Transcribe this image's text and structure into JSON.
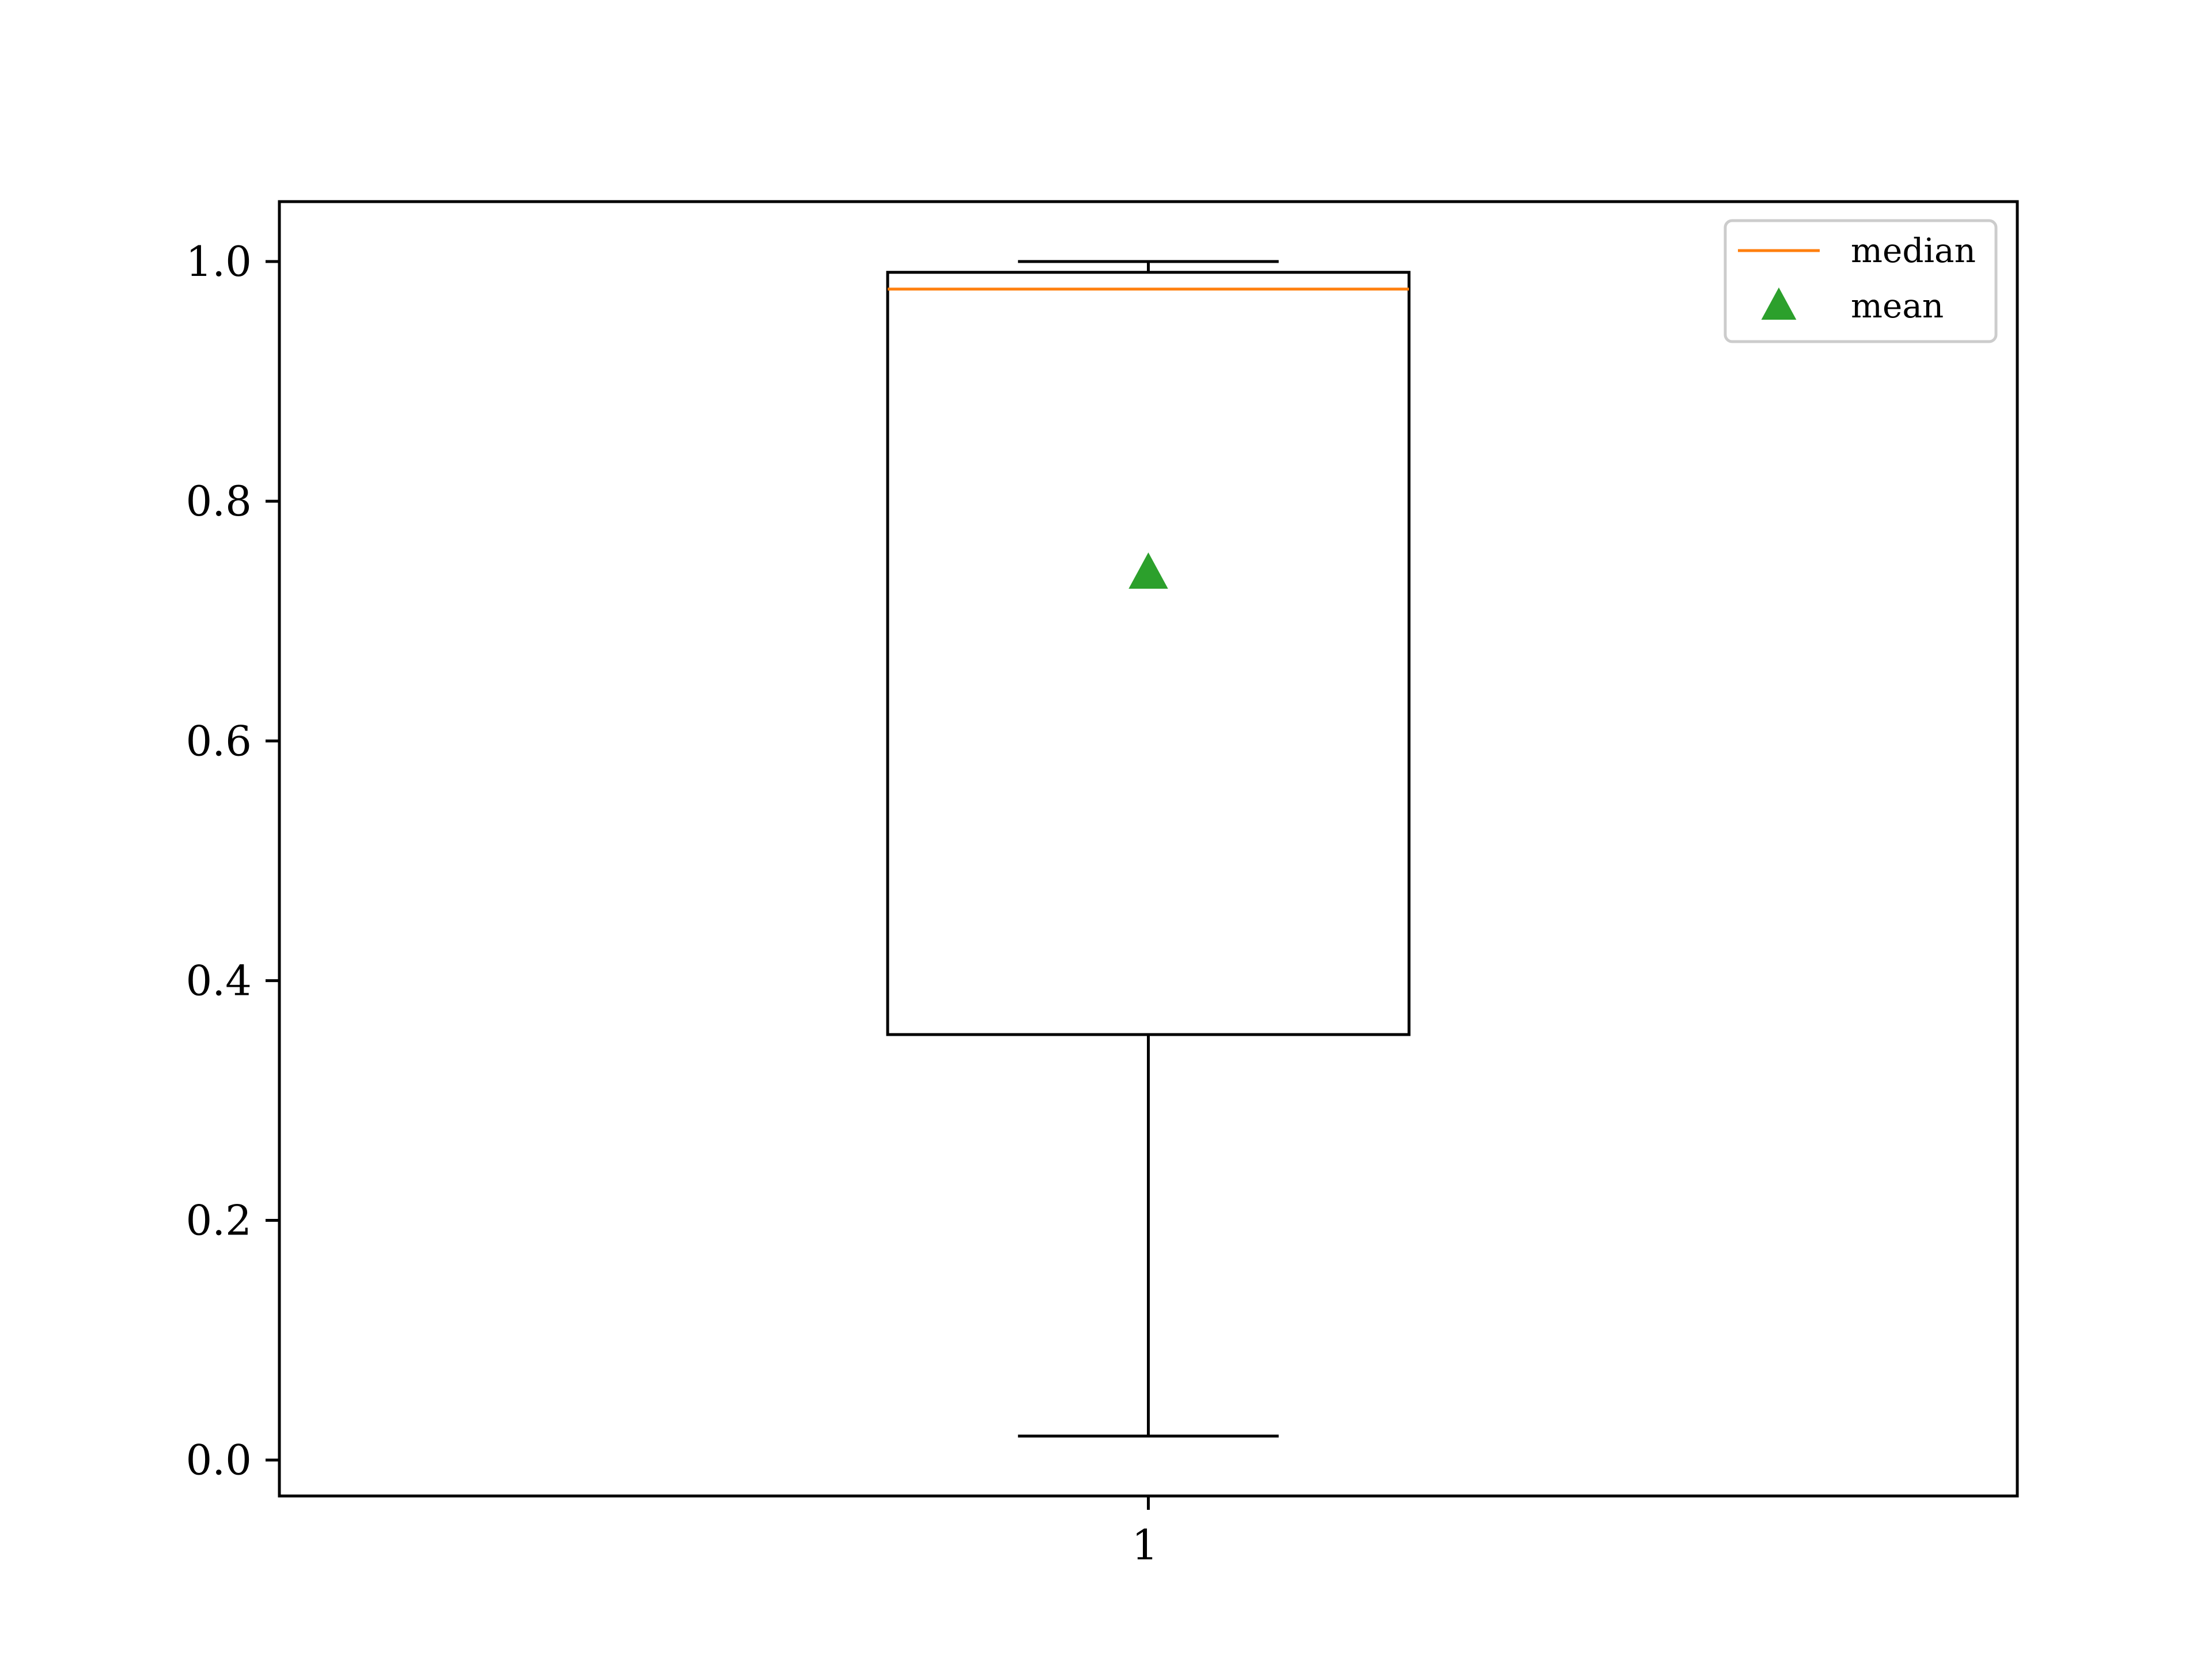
{
  "chart_data": {
    "type": "box",
    "title": "",
    "xlabel": "",
    "ylabel": "",
    "categories": [
      "1"
    ],
    "boxes": [
      {
        "category": "1",
        "whisker_low": 0.02,
        "q1": 0.355,
        "median": 0.977,
        "q3": 0.991,
        "whisker_high": 1.0,
        "mean": 0.74
      }
    ],
    "ylim": [
      -0.03,
      1.05
    ],
    "yticks": [
      0.0,
      0.2,
      0.4,
      0.6,
      0.8,
      1.0
    ],
    "ytick_labels": [
      "0.0",
      "0.2",
      "0.4",
      "0.6",
      "0.8",
      "1.0"
    ],
    "xticks": [
      1
    ],
    "xtick_labels": [
      "1"
    ],
    "grid": false,
    "legend": {
      "placement": "top-right",
      "entries": [
        {
          "label": "median",
          "marker": "line",
          "color": "#ff7f0e"
        },
        {
          "label": "mean",
          "marker": "triangle",
          "color": "#2ca02c"
        }
      ]
    },
    "colors": {
      "box": "#000000",
      "median": "#ff7f0e",
      "mean": "#2ca02c"
    }
  }
}
